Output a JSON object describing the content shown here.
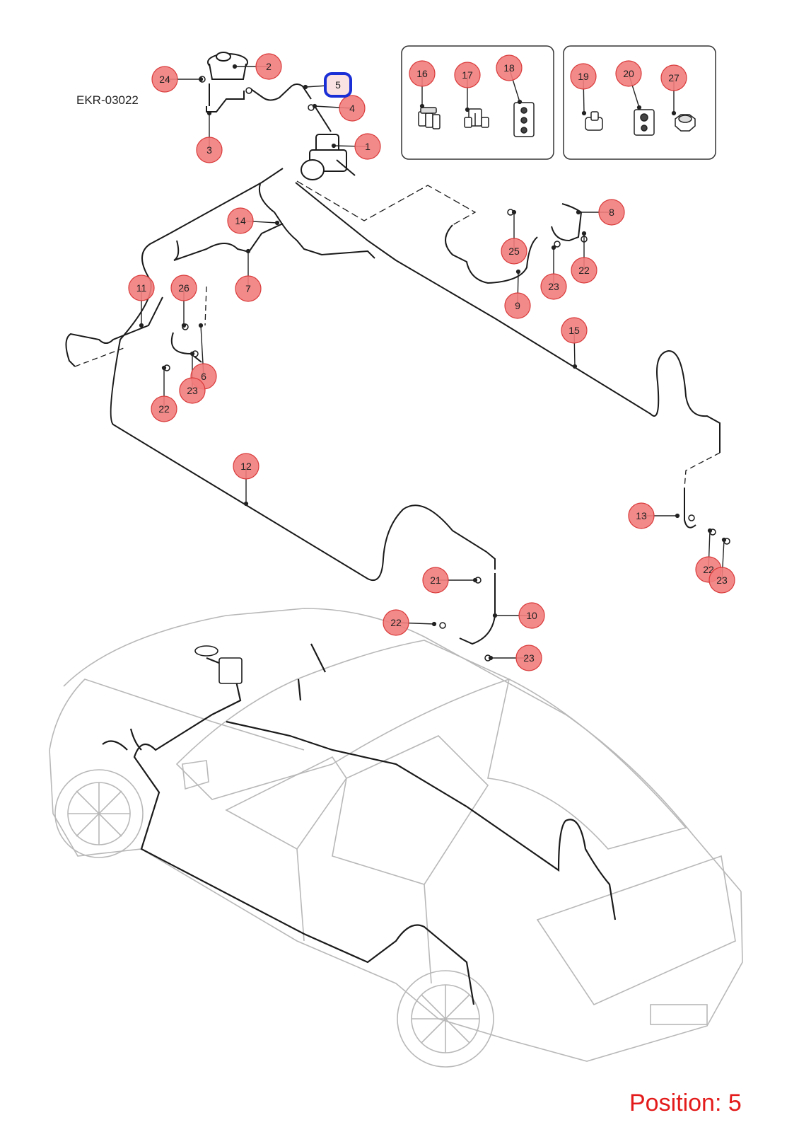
{
  "diagram": {
    "code": "EKR-03022",
    "position_label": "Position: 5",
    "highlighted": "5",
    "colors": {
      "callout_fill": "#f27d7d",
      "callout_stroke": "#d93a3a",
      "highlight": "#1b2fd6",
      "pipe": "#1a1a1a",
      "car": "#b8b8b8",
      "label_red": "#e31b1b"
    },
    "callouts": [
      {
        "id": "c1",
        "n": "1"
      },
      {
        "id": "c2",
        "n": "2"
      },
      {
        "id": "c3",
        "n": "3"
      },
      {
        "id": "c4",
        "n": "4"
      },
      {
        "id": "c5",
        "n": "5"
      },
      {
        "id": "c6",
        "n": "6"
      },
      {
        "id": "c7",
        "n": "7"
      },
      {
        "id": "c8",
        "n": "8"
      },
      {
        "id": "c9",
        "n": "9"
      },
      {
        "id": "c10",
        "n": "10"
      },
      {
        "id": "c11",
        "n": "11"
      },
      {
        "id": "c12",
        "n": "12"
      },
      {
        "id": "c13",
        "n": "13"
      },
      {
        "id": "c14",
        "n": "14"
      },
      {
        "id": "c15",
        "n": "15"
      },
      {
        "id": "c16",
        "n": "16"
      },
      {
        "id": "c17",
        "n": "17"
      },
      {
        "id": "c18",
        "n": "18"
      },
      {
        "id": "c19",
        "n": "19"
      },
      {
        "id": "c20",
        "n": "20"
      },
      {
        "id": "c21",
        "n": "21"
      },
      {
        "id": "c22a",
        "n": "22"
      },
      {
        "id": "c22b",
        "n": "22"
      },
      {
        "id": "c22c",
        "n": "22"
      },
      {
        "id": "c22d",
        "n": "22"
      },
      {
        "id": "c23a",
        "n": "23"
      },
      {
        "id": "c23b",
        "n": "23"
      },
      {
        "id": "c23c",
        "n": "23"
      },
      {
        "id": "c23d",
        "n": "23"
      },
      {
        "id": "c24",
        "n": "24"
      },
      {
        "id": "c25",
        "n": "25"
      },
      {
        "id": "c26",
        "n": "26"
      },
      {
        "id": "c27",
        "n": "27"
      }
    ]
  }
}
